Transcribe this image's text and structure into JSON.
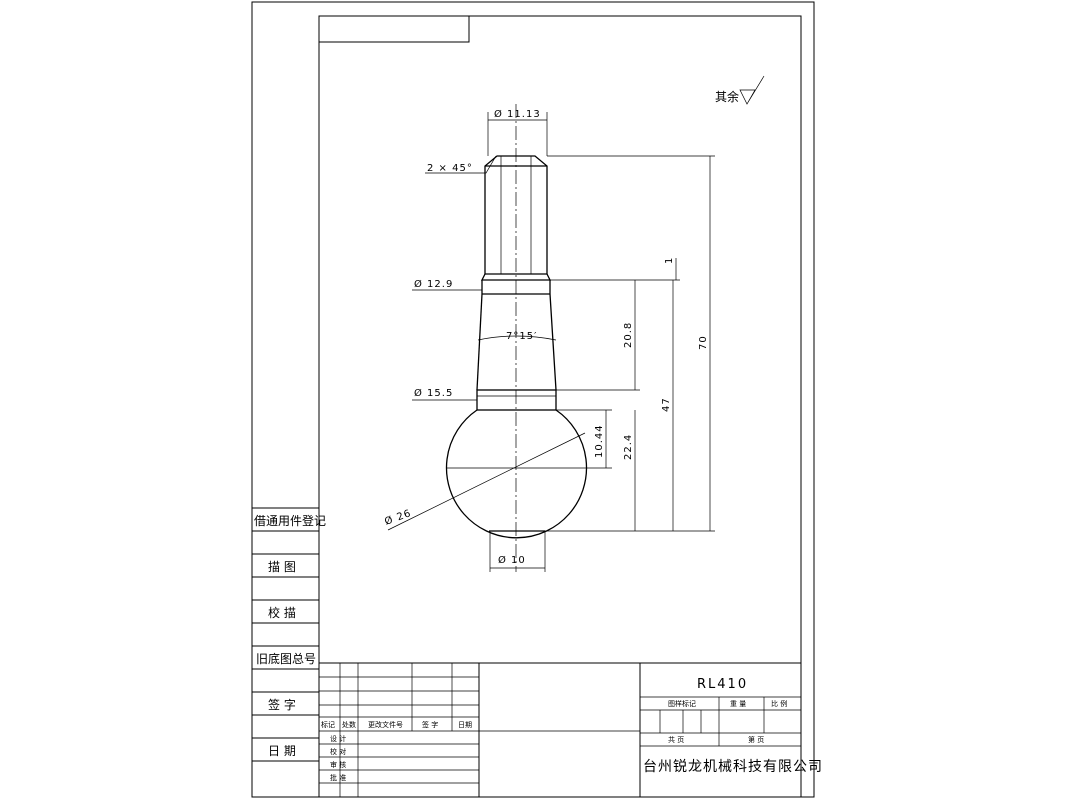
{
  "surface_note": {
    "label": "其余"
  },
  "dimensions": {
    "d_top": "Ø 11.13",
    "chamfer": "2 × 45°",
    "d_neck": "Ø 12.9",
    "taper": "7°15′",
    "d_collar": "Ø 15.5",
    "d_ball": "Ø 26",
    "d_bottom": "Ø 10",
    "len_1": "1",
    "len_20_8": "20.8",
    "len_70": "70",
    "len_47": "47",
    "len_10_44": "10.44",
    "len_22_4": "22.4"
  },
  "side_table": {
    "register": "借通用件登记",
    "draw": "描 图",
    "trace": "校 描",
    "old_no": "旧底图总号",
    "sign": "签 字",
    "date": "日 期"
  },
  "title_block": {
    "col_mark": "标记",
    "col_place": "处数",
    "col_doc": "更改文件号",
    "col_sign": "签 字",
    "col_date": "日期",
    "design": "设 计",
    "check": "校 对",
    "review": "审 核",
    "approve": "批 准",
    "part_no": "RL410",
    "drawing_mark": "图样标记",
    "weight": "重 量",
    "scale": "比 例",
    "total": "共 页",
    "page": "第 页",
    "company": "台州锐龙机械科技有限公司"
  }
}
